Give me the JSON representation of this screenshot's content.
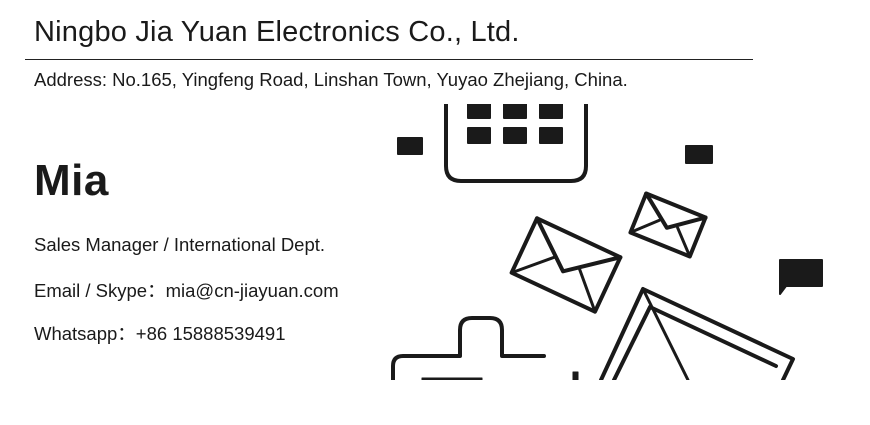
{
  "company": {
    "name": "Ningbo Jia Yuan Electronics Co., Ltd."
  },
  "address": "Address: No.165, Yingfeng Road, Linshan Town, Yuyao Zhejiang, China.",
  "contact": {
    "name": "Mia",
    "title": "Sales Manager / International Dept.",
    "email_label": "Email / Skype：",
    "email": "mia@cn-jiayuan.com",
    "whatsapp_label": "Whatsapp：",
    "whatsapp": "+86 15888539491"
  },
  "illustration": {
    "icons": [
      "calendar-icon",
      "envelope-icon",
      "envelope-icon",
      "envelope-icon",
      "clipboard-icon",
      "chat-bubble-icon"
    ],
    "style": "black sketch on white",
    "ink_color": "#1a1a1a"
  }
}
